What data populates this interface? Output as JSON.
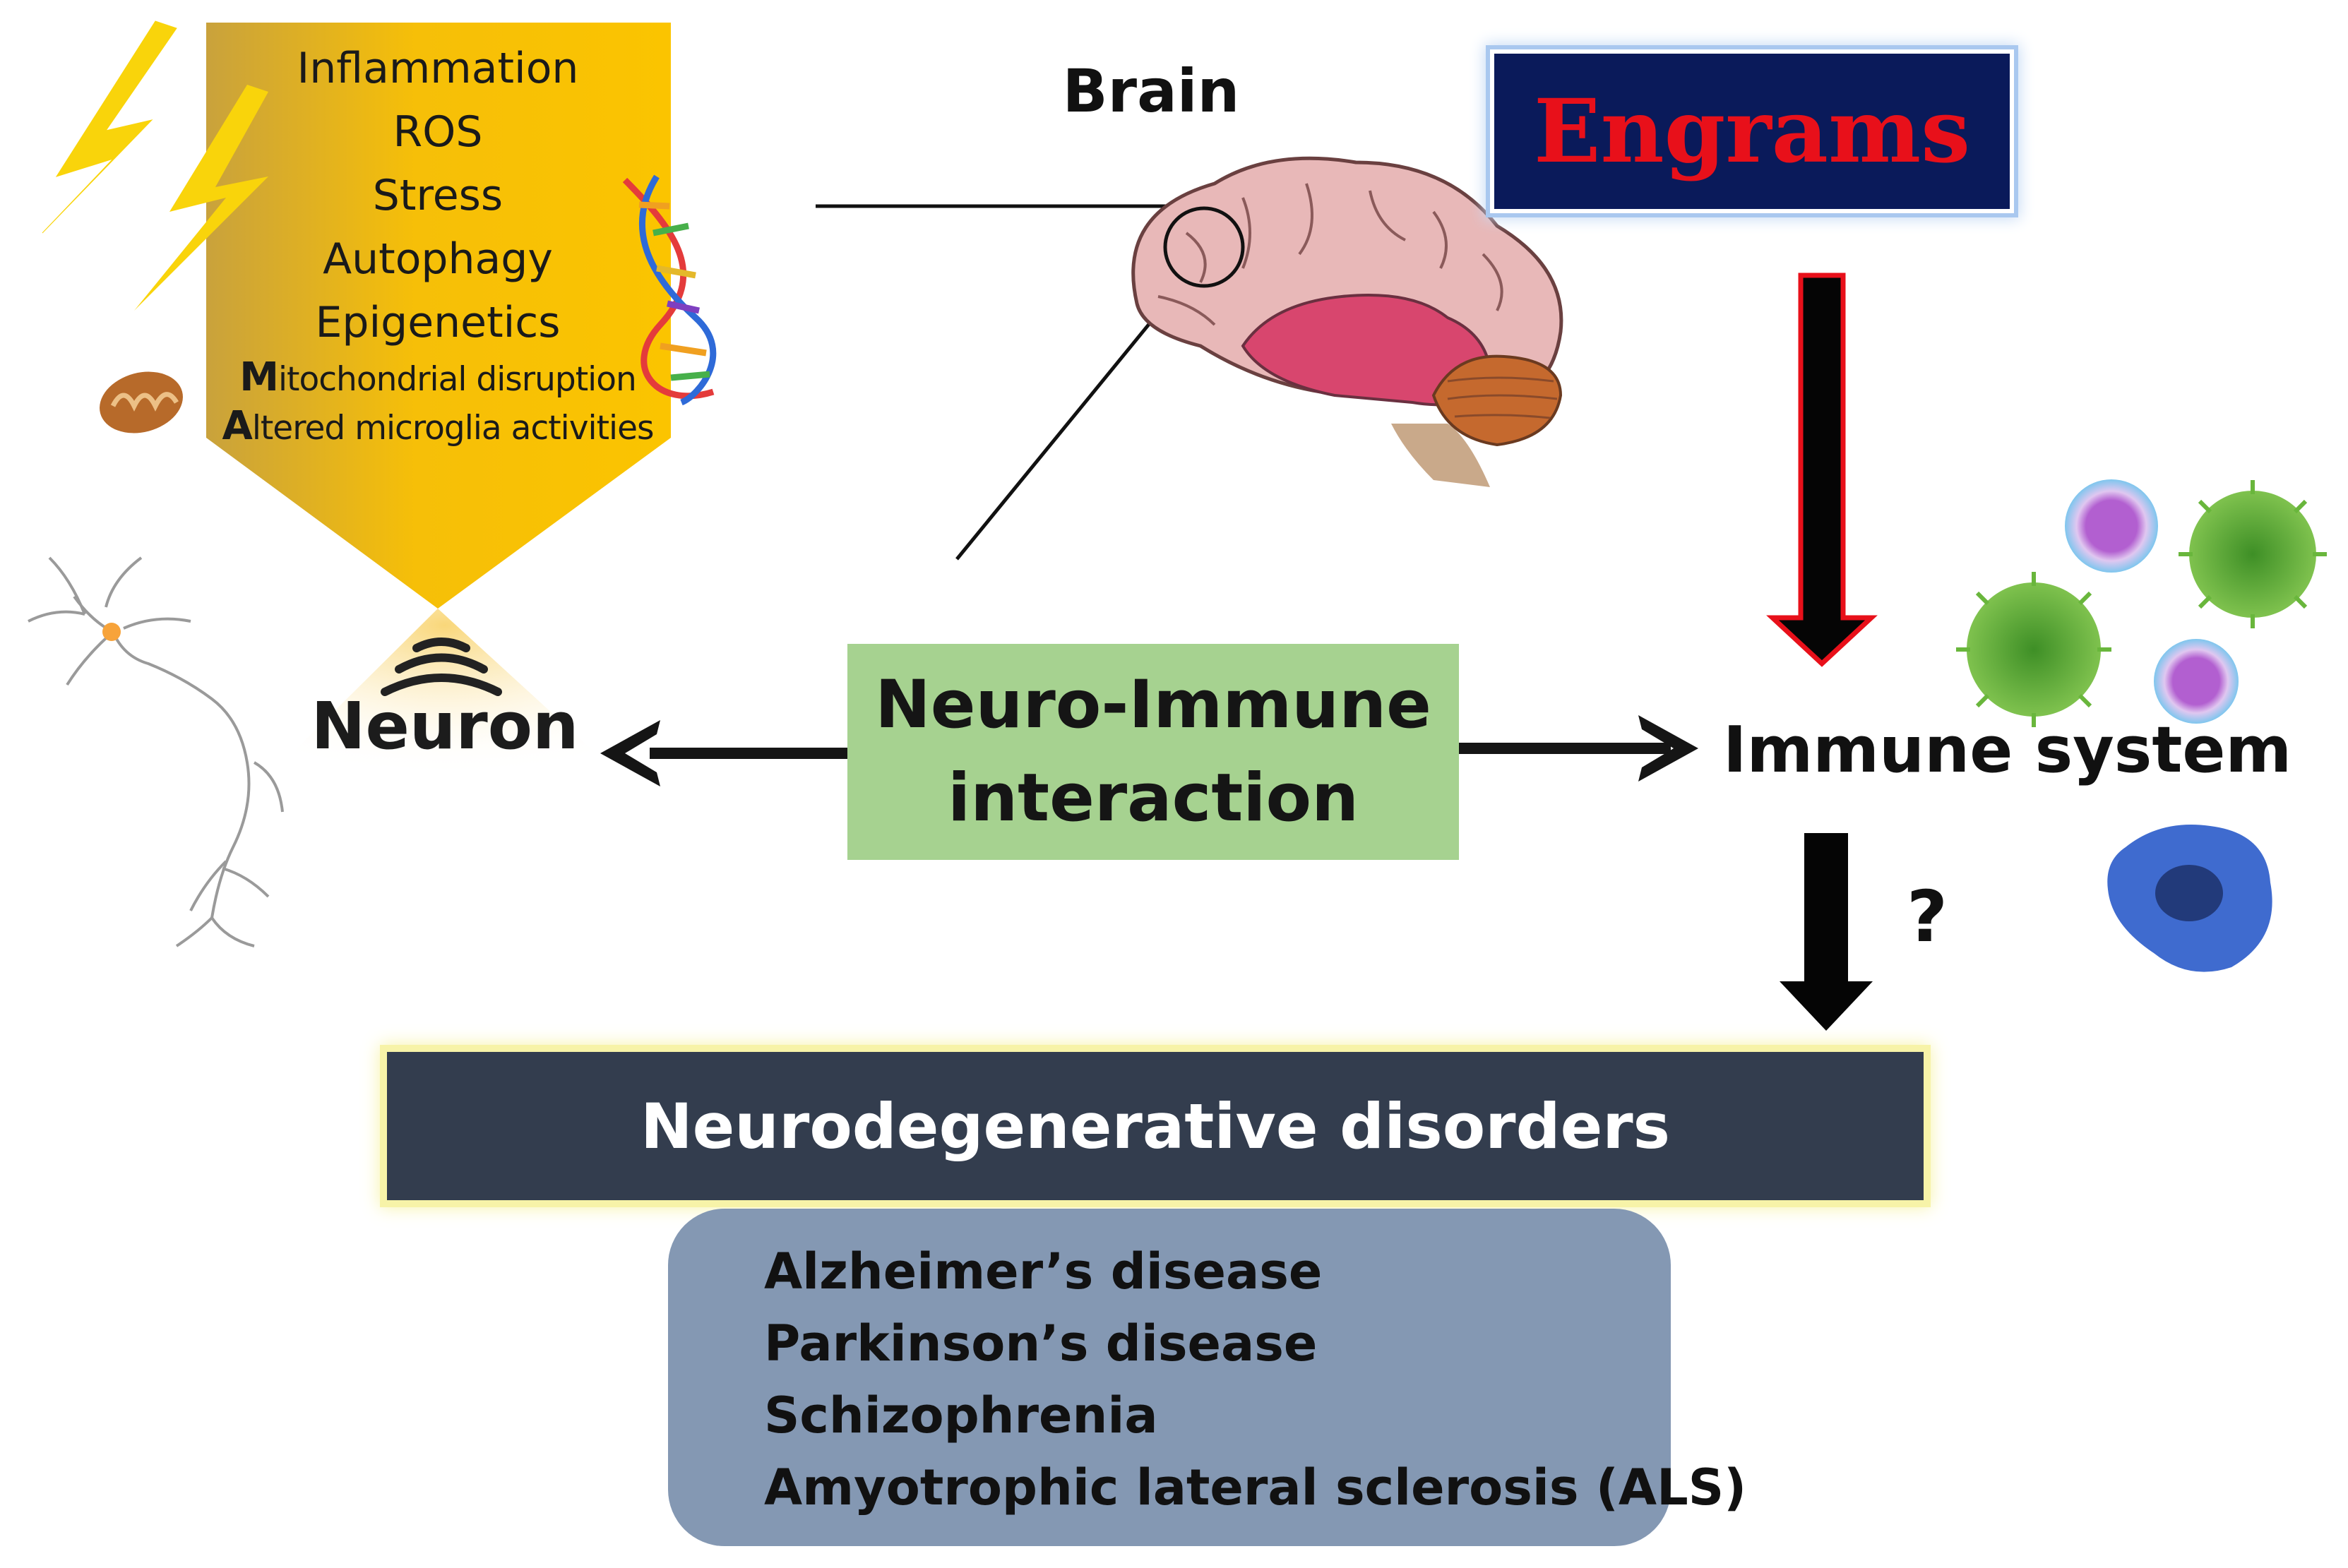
{
  "risk_factors": {
    "items": [
      "Inflammation",
      "ROS",
      "Stress",
      "Autophagy",
      "Epigenetics",
      "Mitochondrial disruption",
      "Altered microglia activities"
    ]
  },
  "neuron": {
    "label": "Neuron"
  },
  "brain": {
    "label": "Brain"
  },
  "engrams": {
    "label": "Engrams"
  },
  "interaction": {
    "line1": "Neuro-Immune",
    "line2": "interaction"
  },
  "immune": {
    "label": "Immune system"
  },
  "uncertain_link": {
    "label": "?"
  },
  "disorders": {
    "title": "Neurodegenerative disorders",
    "items": [
      "Alzheimer’s disease",
      "Parkinson’s disease",
      "Schizophrenia",
      "Amyotrophic lateral sclerosis (ALS)"
    ]
  },
  "colors": {
    "factor_panel": "#f9c000",
    "engrams_box": "#0a1a5a",
    "engrams_text": "#e8101a",
    "interaction_box": "#a6d290",
    "disorders_banner": "#333d4e",
    "disorders_glow": "#f7f3a8",
    "disease_panel": "#8498b3",
    "engram_arrow_outline": "#e8101a"
  }
}
